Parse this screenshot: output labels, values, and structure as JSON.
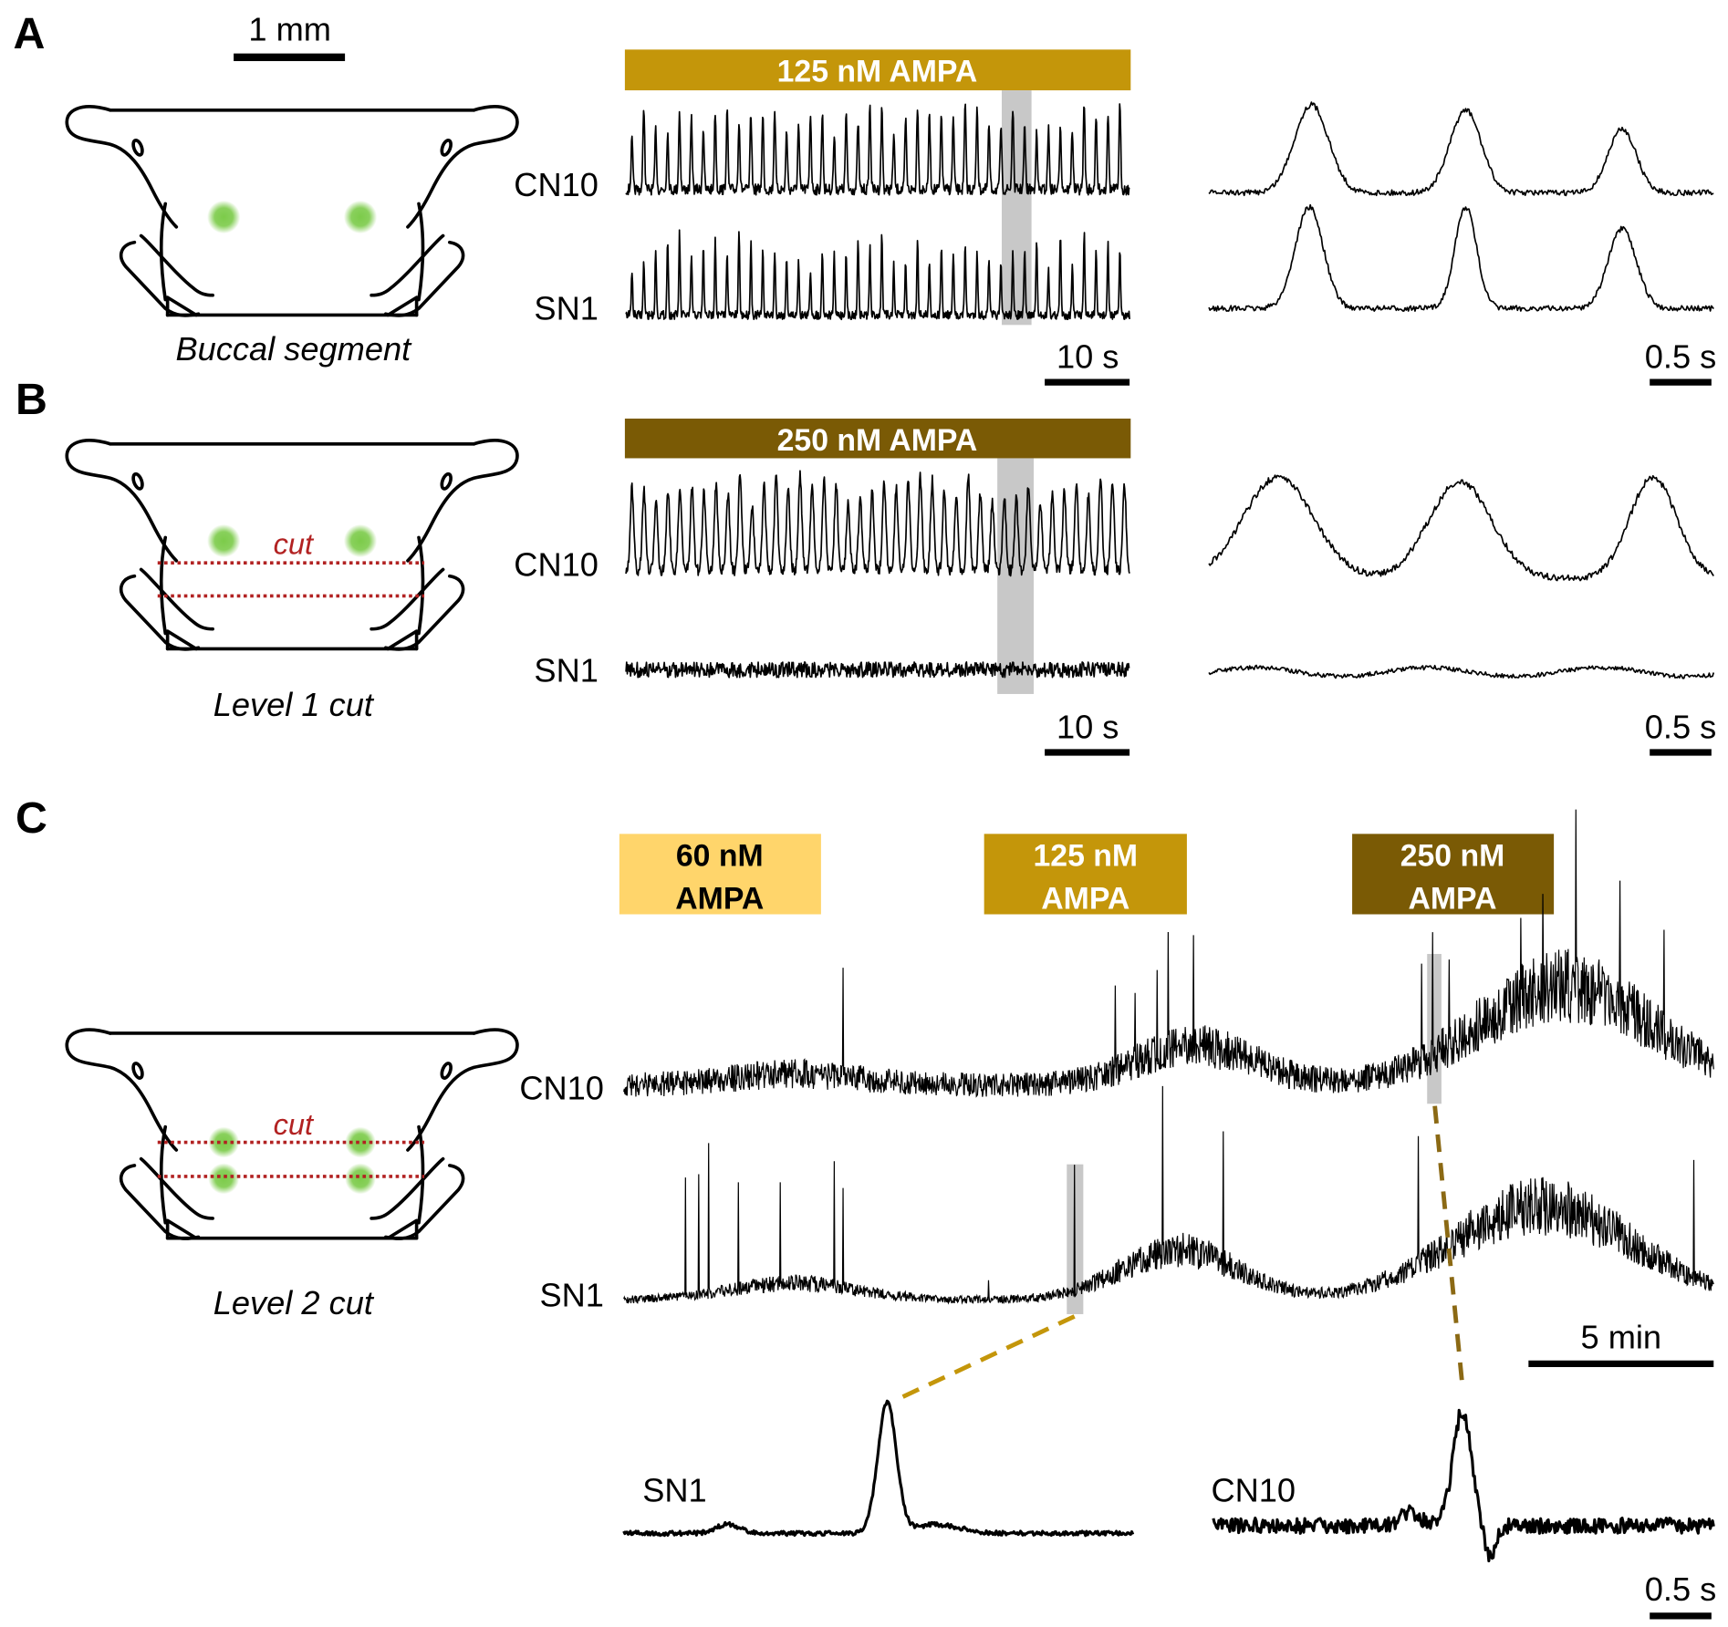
{
  "colors": {
    "c60": "#FFD56B",
    "c125": "#C4960A",
    "c250": "#7A5A05",
    "cut": "#B22222",
    "spot": "#7CCB4A",
    "highlight": "#C8C8C8"
  },
  "panelA": {
    "letter": "A",
    "scale_label": "1 mm",
    "diagram_label": "Buccal segment",
    "drug_bar": "125 nM AMPA",
    "trace_labels": [
      "CN10",
      "SN1"
    ],
    "scale_left": "10 s",
    "scale_right": "0.5 s"
  },
  "panelB": {
    "letter": "B",
    "cut_label": "cut",
    "diagram_label": "Level 1 cut",
    "drug_bar": "250 nM AMPA",
    "trace_labels": [
      "CN10",
      "SN1"
    ],
    "scale_left": "10 s",
    "scale_right": "0.5 s"
  },
  "panelC": {
    "letter": "C",
    "cut_label": "cut",
    "diagram_label": "Level 2 cut",
    "drug_bars": [
      {
        "line1": "60 nM",
        "line2": "AMPA"
      },
      {
        "line1": "125 nM",
        "line2": "AMPA"
      },
      {
        "line1": "250 nM",
        "line2": "AMPA"
      }
    ],
    "trace_labels": [
      "CN10",
      "SN1"
    ],
    "scale_main": "5 min",
    "inset_labels": [
      "SN1",
      "CN10"
    ],
    "scale_inset": "0.5 s"
  }
}
